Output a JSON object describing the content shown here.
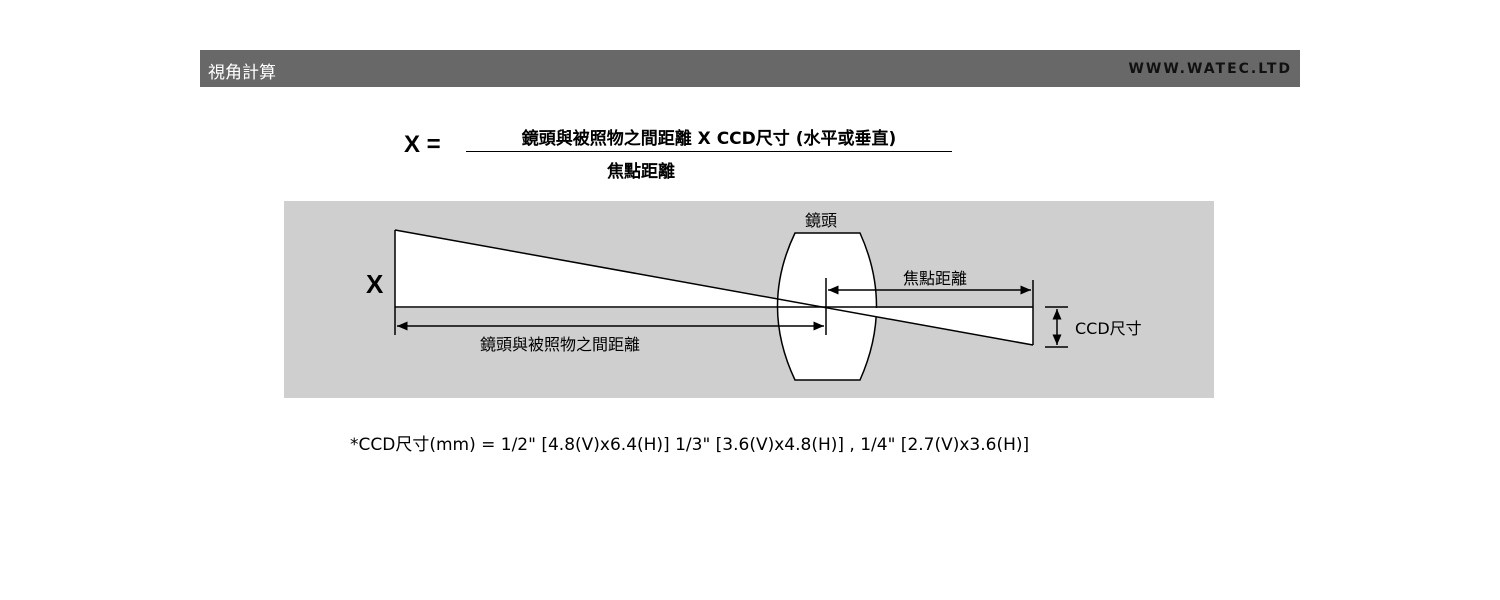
{
  "header": {
    "title": "視角計算",
    "site": "WWW.WATEC.LTD"
  },
  "formula": {
    "lhs": "X =",
    "numerator": "鏡頭與被照物之間距離 X CCD尺寸 (水平或垂直)",
    "denominator": "焦點距離"
  },
  "diagram": {
    "x_label": "X",
    "lens_label": "鏡頭",
    "focal_label": "焦點距離",
    "distance_label": "鏡頭與被照物之間距離",
    "ccd_label": "CCD尺寸"
  },
  "note": "*CCD尺寸(mm) = 1/2\" [4.8(V)x6.4(H)]  1/3\" [3.6(V)x4.8(H)] , 1/4\" [2.7(V)x3.6(H)]"
}
